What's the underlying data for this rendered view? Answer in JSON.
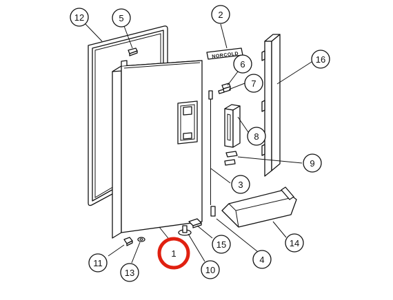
{
  "diagram": {
    "brand_plate_text": "NORCOLD",
    "highlight_color": "#e02010",
    "selected_callout": "1",
    "callouts": {
      "c1": "1",
      "c2": "2",
      "c3": "3",
      "c4": "4",
      "c5": "5",
      "c6": "6",
      "c7": "7",
      "c8": "8",
      "c9": "9",
      "c10": "10",
      "c11": "11",
      "c12": "12",
      "c13": "13",
      "c14": "14",
      "c15": "15",
      "c16": "16"
    }
  }
}
